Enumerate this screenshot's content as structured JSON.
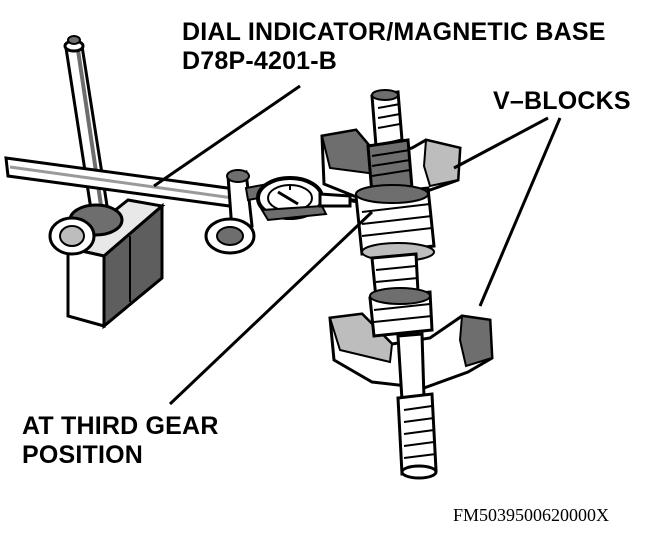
{
  "labels": {
    "dial_indicator_line1": "DIAL INDICATOR/MAGNETIC BASE",
    "dial_indicator_line2": "D78P-4201-B",
    "v_blocks": "V–BLOCKS",
    "third_gear_line1": "AT THIRD GEAR",
    "third_gear_line2": "POSITION",
    "figure_code": "FM5039500620000X"
  },
  "colors": {
    "ink": "#000000",
    "paper": "#ffffff",
    "shade": "#6e6e6e",
    "light_shade": "#bdbdbd"
  }
}
